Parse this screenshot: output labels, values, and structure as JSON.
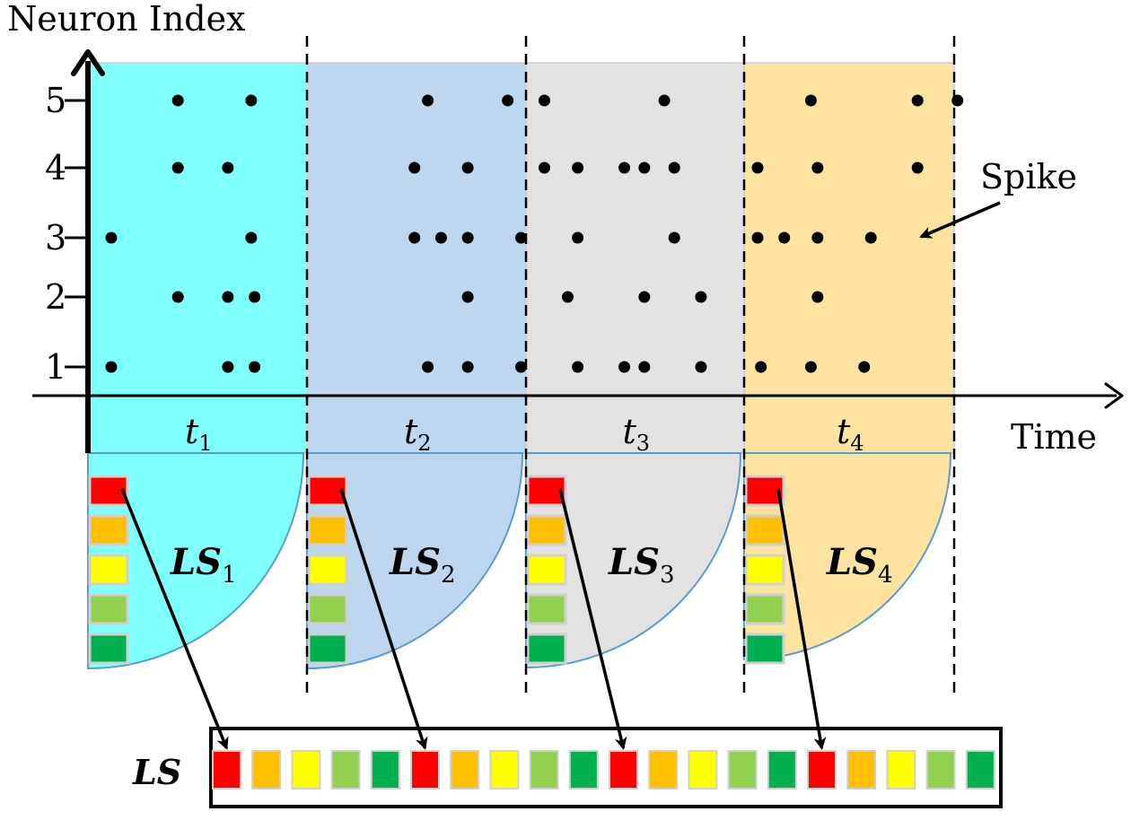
{
  "y_axis_label": "Neuron Index",
  "x_axis_label": "Time",
  "y_ticks": [
    "1",
    "2",
    "3",
    "4",
    "5"
  ],
  "spike_label": "Spike",
  "windows": [
    {
      "time_base": "t",
      "time_sub": "1",
      "ls_base": "LS",
      "ls_sub": "1",
      "color": "#80FFFF"
    },
    {
      "time_base": "t",
      "time_sub": "2",
      "ls_base": "LS",
      "ls_sub": "2",
      "color": "#BDD7EE"
    },
    {
      "time_base": "t",
      "time_sub": "3",
      "ls_base": "LS",
      "ls_sub": "3",
      "color": "#E2E2E2"
    },
    {
      "time_base": "t",
      "time_sub": "4",
      "ls_base": "LS",
      "ls_sub": "4",
      "color": "#FCE4A0"
    }
  ],
  "combined_label": "LS",
  "cell_colors": [
    "#FF0000",
    "#FFC000",
    "#FFFF00",
    "#92D050",
    "#00B050"
  ],
  "spike_events": [
    {
      "neuron": 5,
      "times": [
        1.35,
        2.45,
        5.1,
        6.3,
        6.85,
        8.65,
        10.85,
        12.45,
        13.05
      ]
    },
    {
      "neuron": 4,
      "times": [
        1.35,
        2.1,
        4.9,
        5.7,
        6.85,
        7.35,
        8.05,
        8.35,
        8.8,
        10.05,
        10.95,
        12.45
      ]
    },
    {
      "neuron": 3,
      "times": [
        0.35,
        2.45,
        4.9,
        5.3,
        5.7,
        6.5,
        7.35,
        8.8,
        10.05,
        10.45,
        10.95,
        11.75
      ]
    },
    {
      "neuron": 2,
      "times": [
        1.35,
        2.1,
        2.5,
        5.7,
        7.2,
        8.35,
        9.2,
        10.95
      ]
    },
    {
      "neuron": 1,
      "times": [
        0.35,
        2.1,
        2.5,
        5.1,
        5.7,
        6.5,
        7.35,
        8.05,
        8.35,
        9.2,
        10.1,
        10.85,
        11.65
      ]
    }
  ]
}
